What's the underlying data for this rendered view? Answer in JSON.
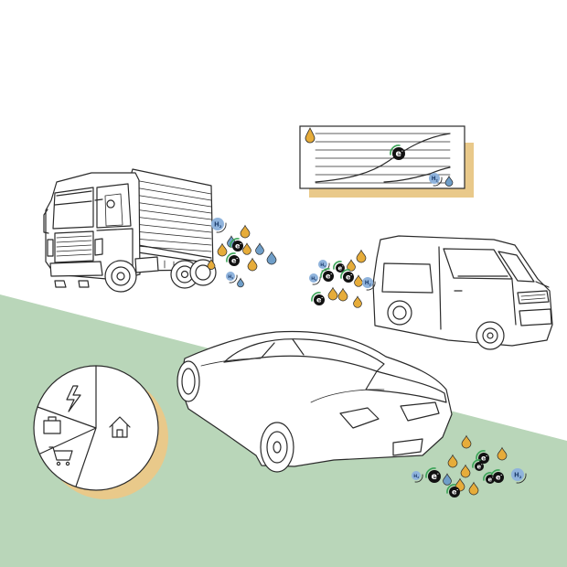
{
  "colors": {
    "background": "#ffffff",
    "ground": "#b9d6b9",
    "accent_yellow": "#e9c98a",
    "fuel_drop": "#e6ac3a",
    "water_drop": "#6f9ec8",
    "electron": "#111111",
    "hydrogen": "#8fb3dc",
    "electron_swoosh": "#3aa356",
    "line": "#2a2a2a"
  },
  "labels": {
    "electron": "e",
    "electron_sup": "-",
    "hydrogen": "H",
    "hydrogen_sub": "2"
  },
  "illustration": {
    "vehicles": [
      "truck",
      "van",
      "car"
    ],
    "chart_lines_count": 7,
    "pie_sectors": [
      "lightning-icon",
      "house-icon",
      "briefcase-icon",
      "shopping-cart-icon"
    ],
    "pie_highlighted_sector": "house-icon"
  }
}
